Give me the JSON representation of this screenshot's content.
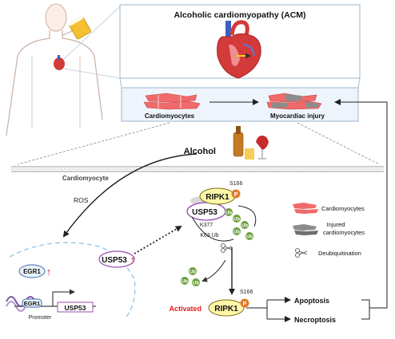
{
  "title": "Alcoholic cardiomyopathy (ACM)",
  "panel": {
    "cardiomyocytes": "Cardiomyocytes",
    "myocardial_injury": "Myocardiac injury"
  },
  "alcohol": "Alcohol",
  "cardiomyocyte": "Cardiomyocyte",
  "ros": "ROS",
  "egr1": "EGR1",
  "usp53": "USP53",
  "promoter": "Promoter",
  "ripk1": "RIPK1",
  "p": "P",
  "s166": "S166",
  "k377": "K377",
  "k63ub": "K63 Ub",
  "ub": "Ub",
  "activated": "Activated",
  "apoptosis": "Apoptosis",
  "necroptosis": "Necroptosis",
  "up_arrow": "↑",
  "legend": {
    "cardiomyocytes": "Cardiomyocytes",
    "injured_line1": "Injured",
    "injured_line2": "cardiomyocytes",
    "deubiquitination": "Deubiquitination"
  },
  "colors": {
    "ub_green": "#6a9e3c",
    "ripk1_fill": "#fff7a8",
    "p_orange": "#e07b2a",
    "usp53_border": "#9a4cb4",
    "red_arrow": "#e02020",
    "activated_red": "#e02020",
    "panel_fill": "#f2f7fc",
    "panel_border": "#9cb4cc",
    "muscle_pink": "#f06a6a",
    "muscle_gray": "#8c8c8c"
  }
}
